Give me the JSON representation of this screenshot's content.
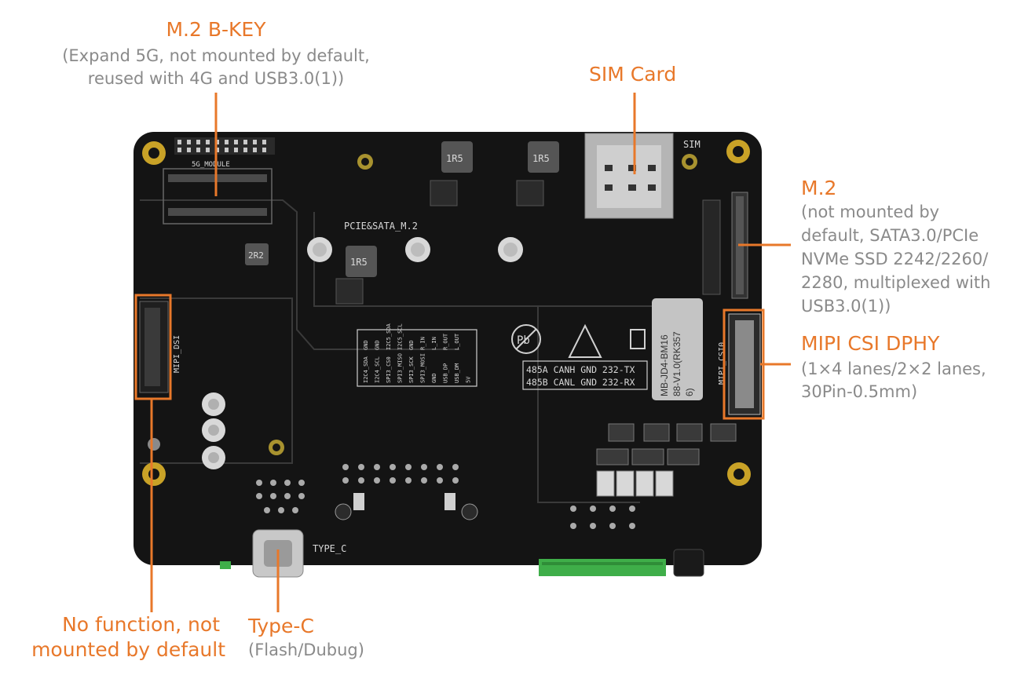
{
  "callouts": {
    "m2_bkey": {
      "title": "M.2 B-KEY",
      "lines": [
        "(Expand 5G, not mounted by default,",
        "reused with 4G and USB3.0(1))"
      ]
    },
    "sim": {
      "title": "SIM Card"
    },
    "m2": {
      "title": "M.2",
      "lines": [
        "(not mounted  by",
        "default, SATA3.0/PCIe",
        "NVMe SSD 2242/2260/",
        "2280, multiplexed with",
        "USB3.0(1))"
      ]
    },
    "mipi_csi": {
      "title": "MIPI CSI DPHY",
      "lines": [
        "(1×4 lanes/2×2 lanes,",
        "30Pin-0.5mm)"
      ]
    },
    "no_function": {
      "lines": [
        "No function, not",
        "mounted by default"
      ]
    },
    "typec": {
      "title": "Type-C",
      "lines": [
        "(Flash/Dubug)"
      ]
    }
  },
  "silkscreen": {
    "module_5g": "5G_MODULE",
    "pcie_sata": "PCIE&SATA_M.2",
    "sim": "SIM",
    "mipi_dsi": "MIPI_DSI",
    "mipi_csi": "MIPI_CSI0",
    "type_c": "TYPE_C",
    "bus_row1": "485A CANH GND  232-TX",
    "bus_row2": "485B CANL GND  232-RX",
    "inductor": "1R5",
    "inductor_small": "2R2",
    "pb": "Pb",
    "sticker": [
      "MB-JD4-BM16",
      "88-V1.0(RK357",
      "6)"
    ],
    "header_cols": [
      "I2C4_SDA",
      "I2C4_SCL",
      "SPI3_CS0",
      "SPI3_MISO",
      "SPI3_SCK",
      "SPI3_MOSI",
      "GND",
      "USB_DP",
      "USB_DM",
      "5V"
    ],
    "header_cols2": [
      "GND",
      "GND",
      "I2C5_SDA",
      "I2C5_SCL",
      "GND",
      "R_IN",
      "L_IN",
      "R_OUT",
      "L_OUT"
    ]
  },
  "colors": {
    "accent": "#e8782a",
    "description": "#8a8a8a",
    "pcb": "#141414"
  }
}
